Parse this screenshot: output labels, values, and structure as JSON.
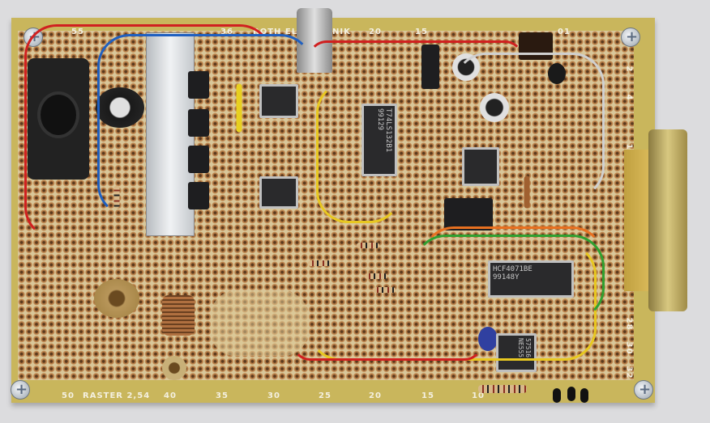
{
  "board": {
    "top_silkscreen": [
      "55",
      "36",
      "ROTH EL",
      "NIK",
      "20",
      "15",
      "01"
    ],
    "bottom_silkscreen": [
      "50",
      "RASTER 2,54",
      "40",
      "35",
      "30",
      "25",
      "20",
      "15",
      "10"
    ],
    "right_silkscreen": [
      "2",
      "4",
      "10",
      "28",
      "30",
      "32"
    ]
  },
  "chips": [
    {
      "name": "T74LS132B1",
      "code": "99129"
    },
    {
      "name": "HCF4071BE",
      "code": "99148Y"
    },
    {
      "name": "NE555",
      "code": "57516"
    }
  ],
  "colors": {
    "board": "#c9b65c",
    "copper": "#b07440",
    "wire_red": "#d02020",
    "wire_blue": "#2060c0",
    "wire_yellow": "#e8c820"
  }
}
